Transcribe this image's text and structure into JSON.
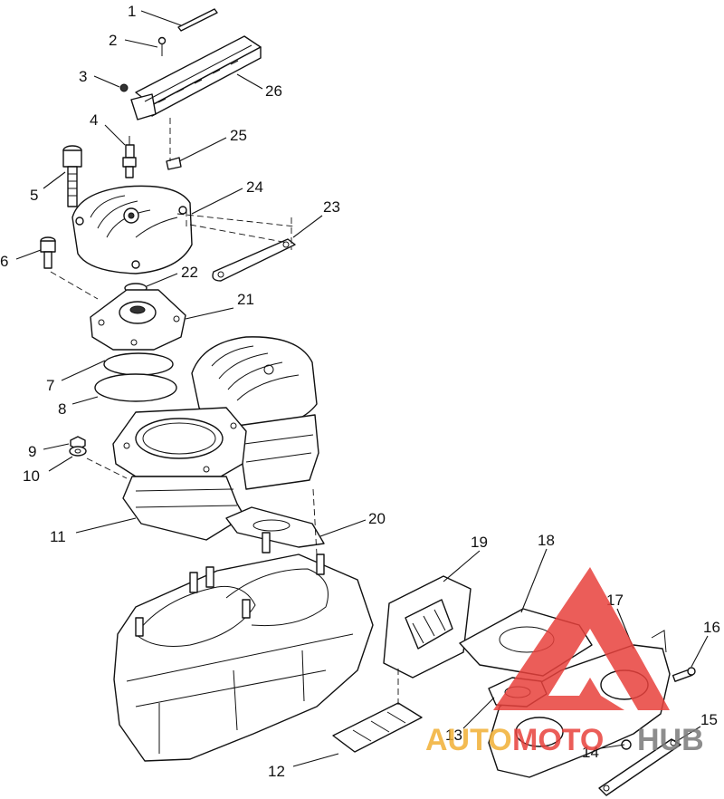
{
  "callouts": [
    "1",
    "2",
    "3",
    "4",
    "5",
    "6",
    "7",
    "8",
    "9",
    "10",
    "11",
    "12",
    "13",
    "14",
    "15",
    "16",
    "17",
    "18",
    "19",
    "20",
    "21",
    "22",
    "23",
    "24",
    "25",
    "26"
  ],
  "watermark": {
    "part1": "AUTO",
    "part2": "MOTO",
    "part3": "HUB",
    "colors": {
      "logo": "#e8413c",
      "auto": "#f2b035",
      "moto": "#e8413c",
      "hub": "#7a7a7a"
    }
  }
}
